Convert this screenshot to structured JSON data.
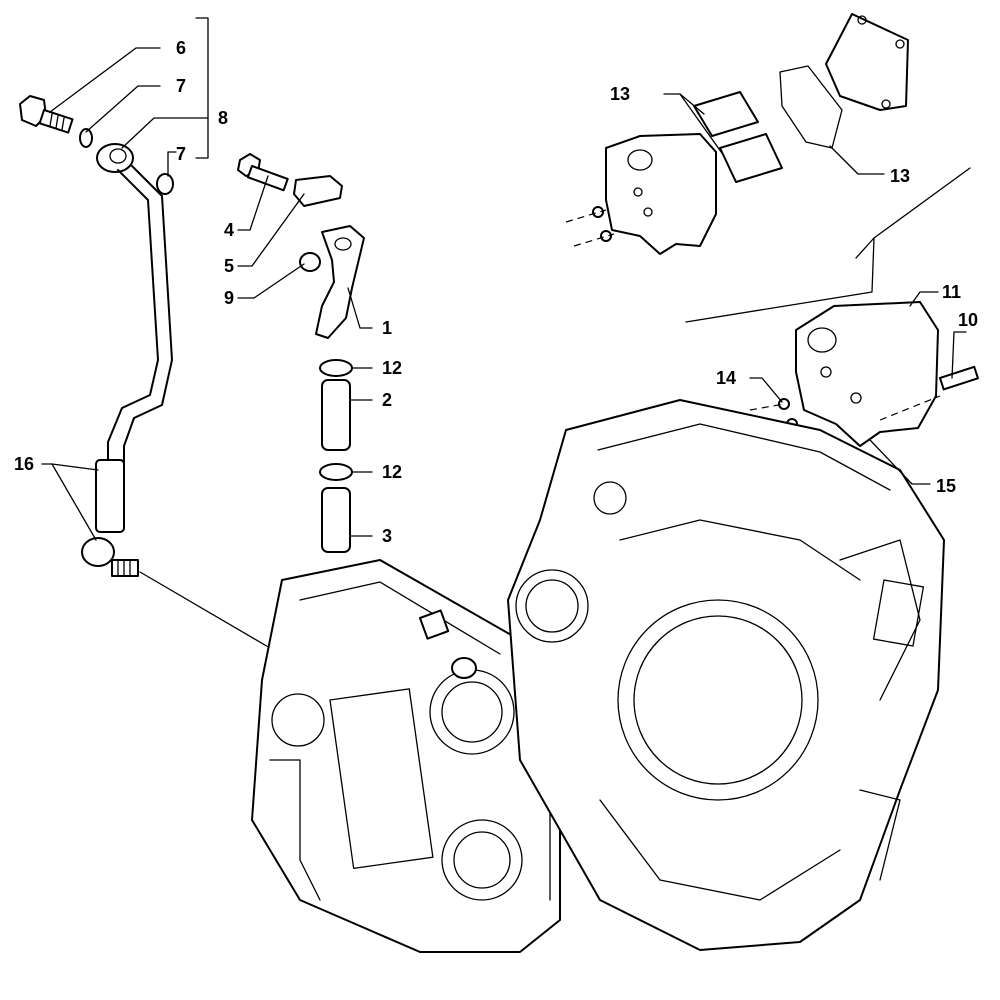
{
  "labels": {
    "l1": "1",
    "l2": "2",
    "l3": "3",
    "l4": "4",
    "l5": "5",
    "l6": "6",
    "l7a": "7",
    "l7b": "7",
    "l8": "8",
    "l9": "9",
    "l10": "10",
    "l11": "11",
    "l12a": "12",
    "l12b": "12",
    "l13a": "13",
    "l13b": "13",
    "l14": "14",
    "l15": "15",
    "l16": "16"
  }
}
